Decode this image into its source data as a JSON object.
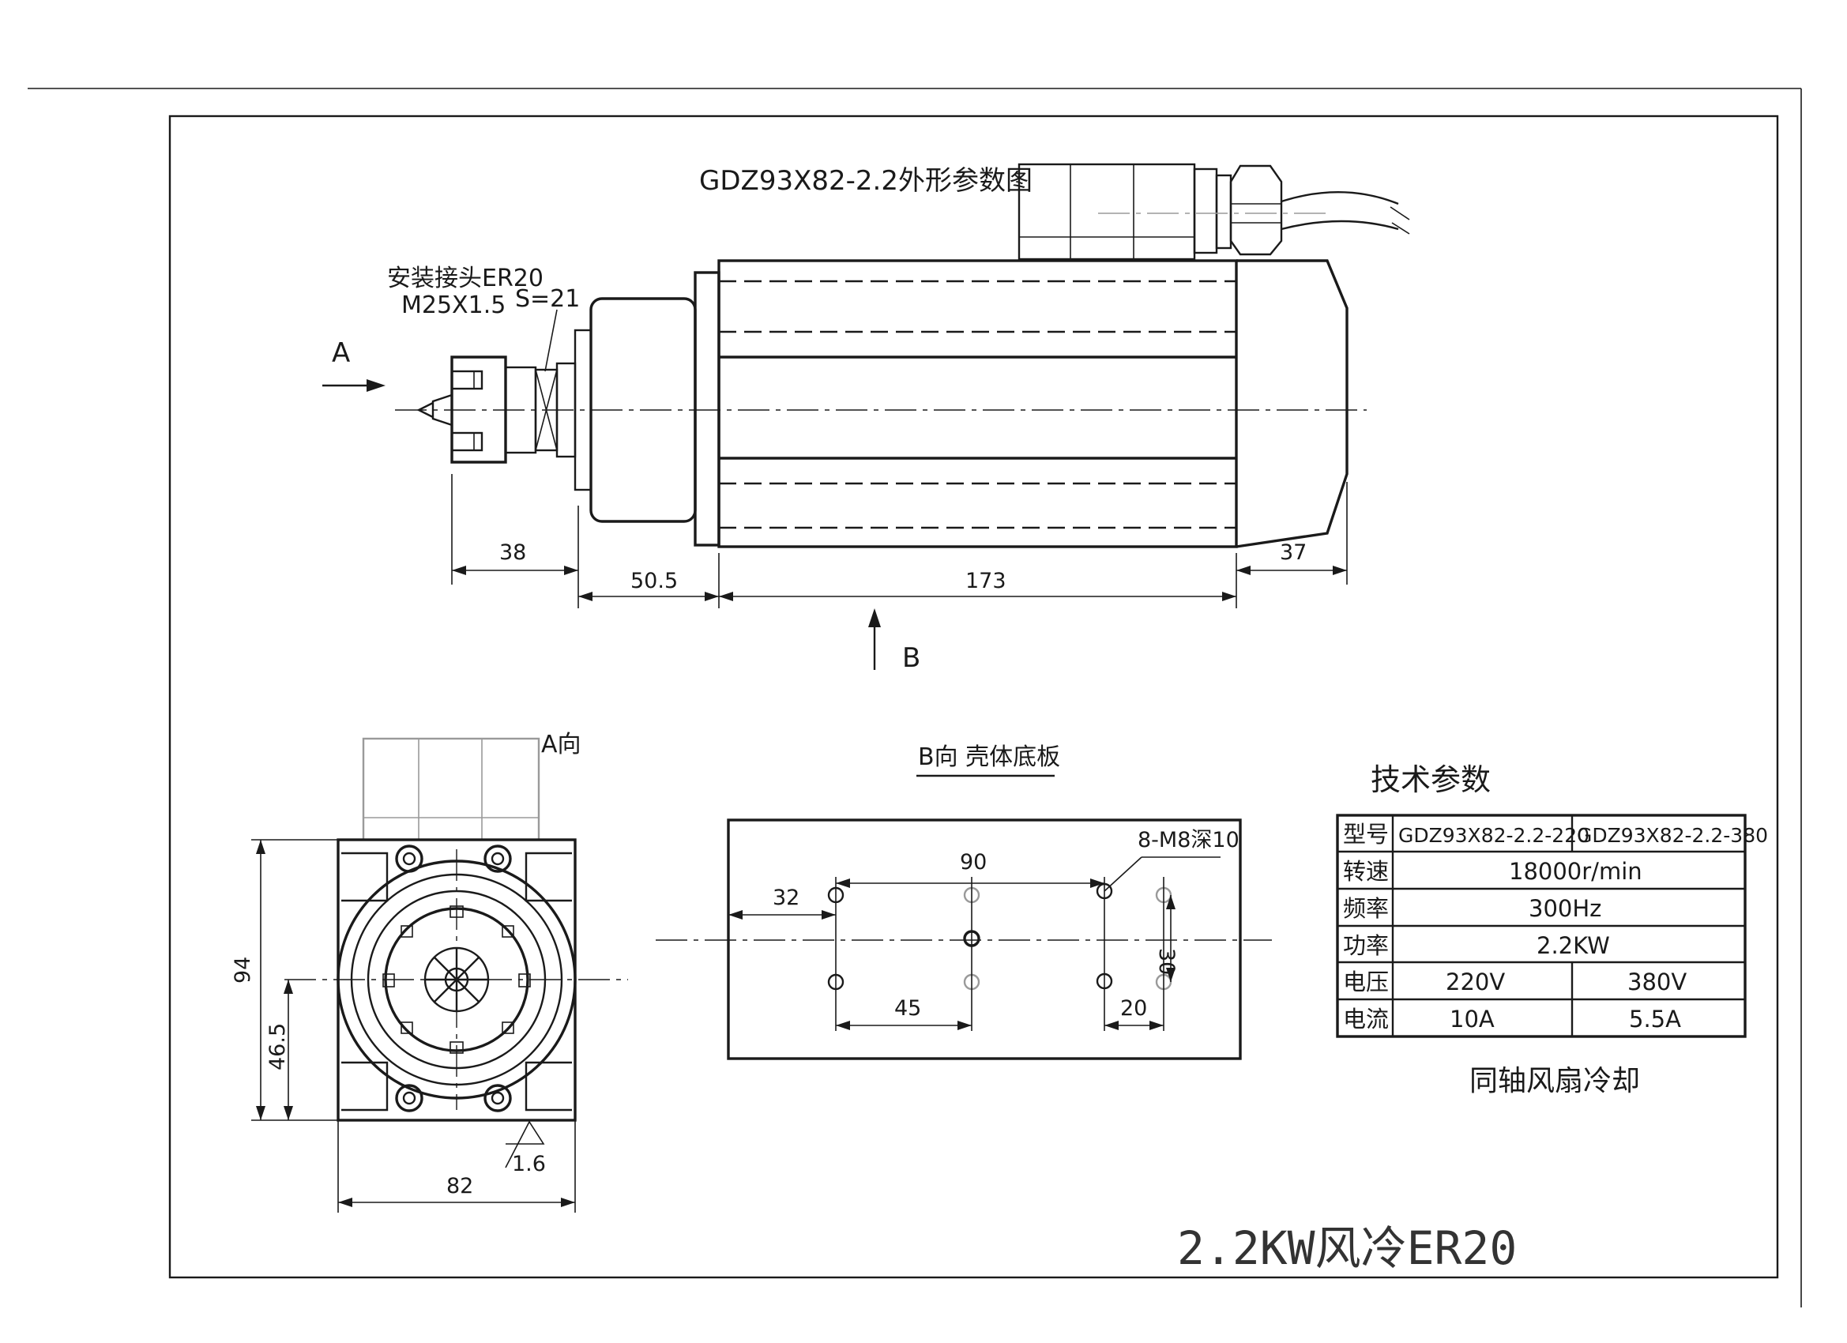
{
  "title": "GDZ93X82-2.2外形参数图",
  "collet_label": "安装接头ER20",
  "thread_label": "M25X1.5",
  "wrench_label": "S=21",
  "view_a_arrow": "A",
  "view_b_arrow": "B",
  "side_dims": {
    "d1": "38",
    "d2": "50.5",
    "d3": "173",
    "d4": "37"
  },
  "front_view": {
    "label": "A向",
    "height": "94",
    "half_height": "46.5",
    "width": "82",
    "roughness": "1.6"
  },
  "base_view": {
    "title": "B向 壳体底板",
    "hole_note": "8-M8深10",
    "dims": {
      "d90": "90",
      "d32": "32",
      "d30": "30",
      "d45": "45",
      "d20": "20"
    }
  },
  "tech_params": {
    "heading": "技术参数",
    "rows": [
      {
        "label": "型号",
        "v1": "GDZ93X82-2.2-220",
        "v2": "GDZ93X82-2.2-380"
      },
      {
        "label": "转速",
        "v": "18000r/min"
      },
      {
        "label": "频率",
        "v": "300Hz"
      },
      {
        "label": "功率",
        "v": "2.2KW"
      },
      {
        "label": "电压",
        "v1": "220V",
        "v2": "380V"
      },
      {
        "label": "电流",
        "v1": "10A",
        "v2": "5.5A"
      }
    ],
    "cooling": "同轴风扇冷却"
  },
  "handwritten": "2.2KW风冷ER20"
}
